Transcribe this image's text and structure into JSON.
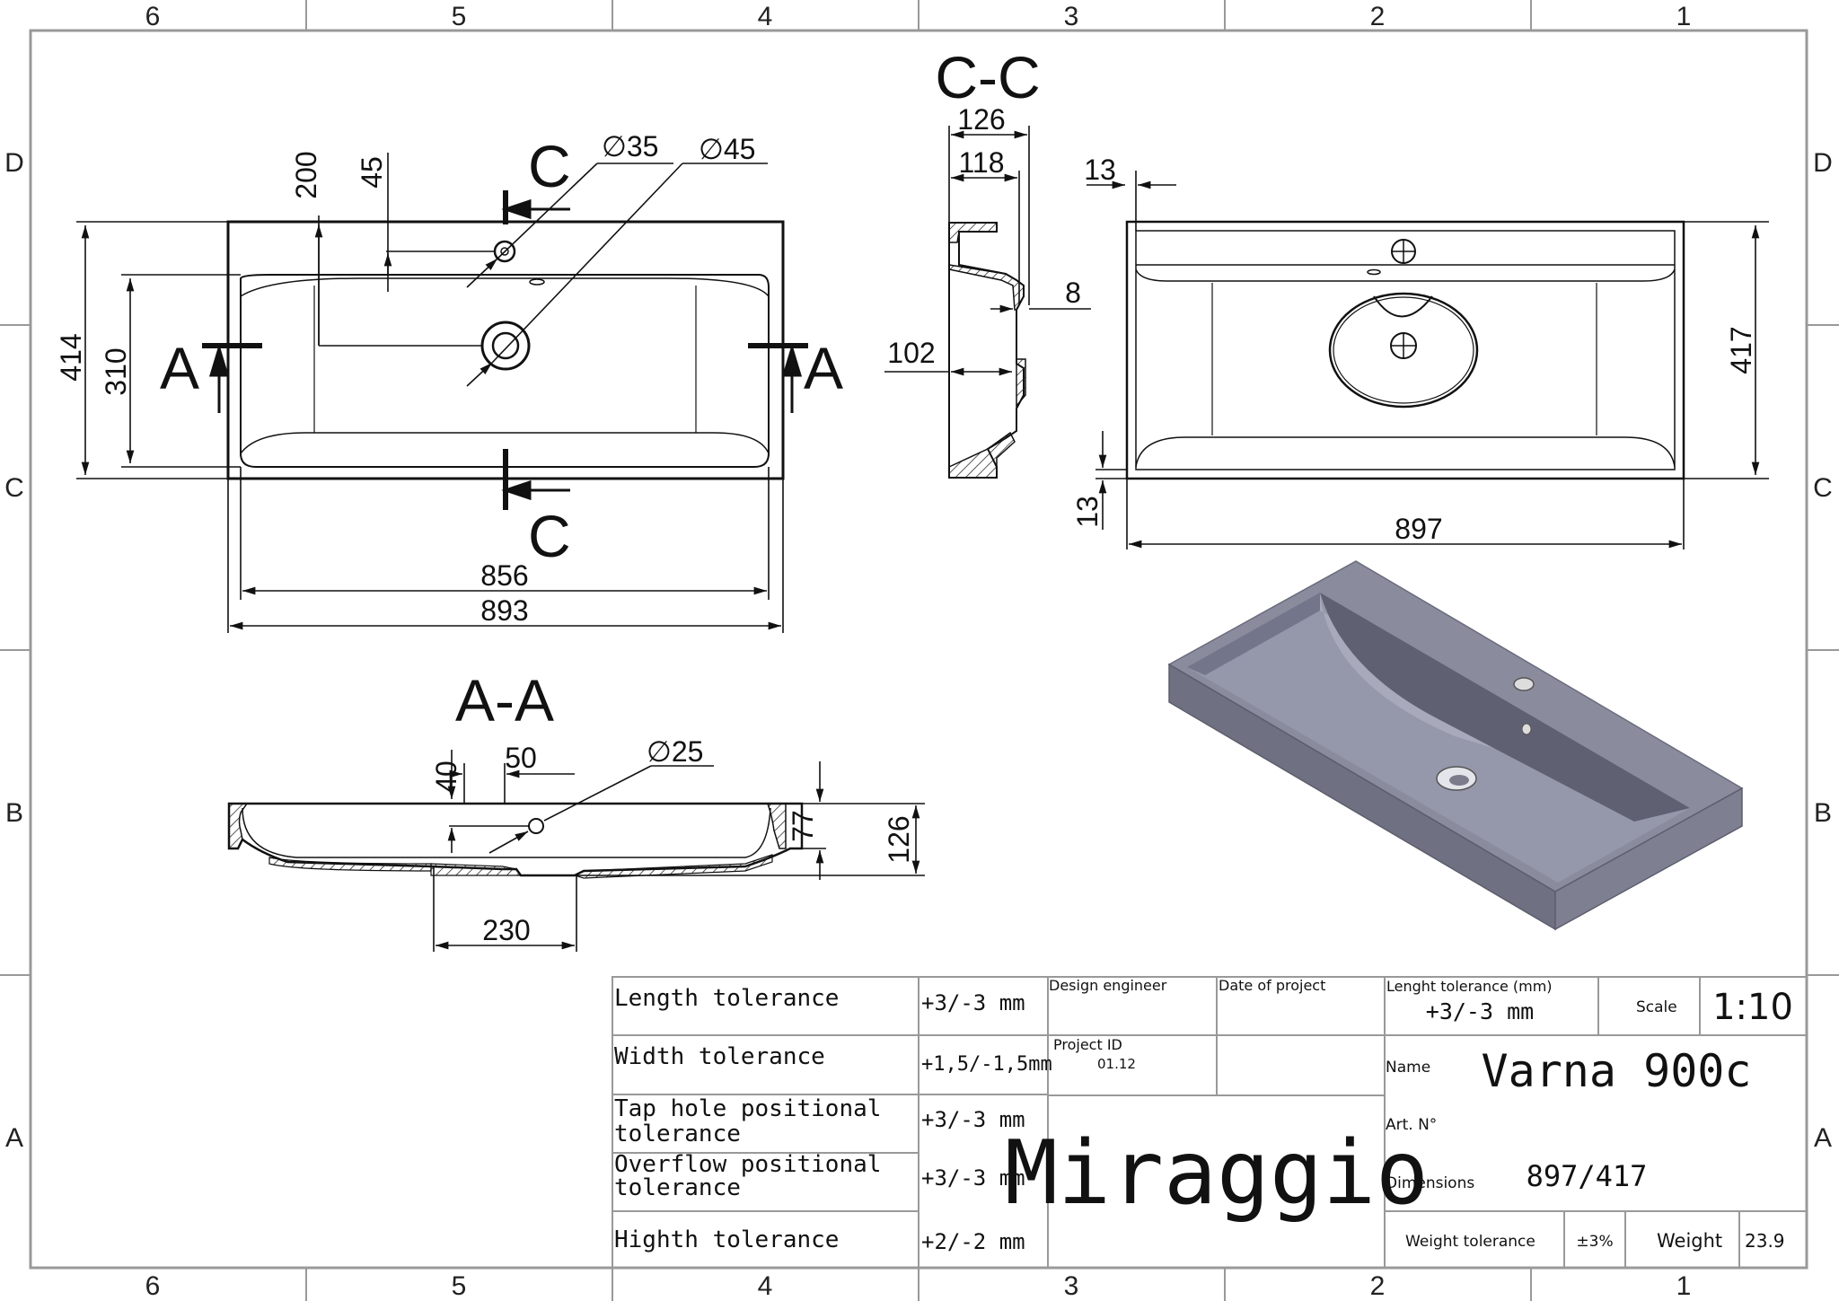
{
  "grid": {
    "columns": [
      "6",
      "5",
      "4",
      "3",
      "2",
      "1"
    ],
    "rows": [
      "D",
      "C",
      "B",
      "A"
    ]
  },
  "views": {
    "top": {
      "dims": {
        "d200": "200",
        "d45": "45",
        "d35": "∅35",
        "d45b": "∅45",
        "d414": "414",
        "d310": "310",
        "d856": "856",
        "d893": "893"
      },
      "cut_a": "A",
      "cut_c": "C"
    },
    "section_cc": {
      "title": "C-C",
      "d126": "126",
      "d118": "118",
      "d8": "8",
      "d102": "102"
    },
    "front": {
      "d13a": "13",
      "d13b": "13",
      "d417": "417",
      "d897": "897"
    },
    "section_aa": {
      "title": "A-A",
      "d40": "40",
      "d50": "50",
      "d25": "∅25",
      "d77": "77",
      "d126": "126",
      "d230": "230"
    }
  },
  "title_block": {
    "tolerances": [
      {
        "label": "Length tolerance",
        "value": "+3/-3 mm"
      },
      {
        "label": "Width tolerance",
        "value": "+1,5/-1,5mm"
      },
      {
        "label": "Tap hole positional tolerance",
        "line1": "Tap hole positional",
        "line2": "tolerance",
        "value": "+3/-3 mm"
      },
      {
        "label": "Overflow positional tolerance",
        "line1": "Overflow positional",
        "line2": "tolerance",
        "value": "+3/-3 mm"
      },
      {
        "label": "Highth tolerance",
        "value": "+2/-2 mm"
      }
    ],
    "design_engineer_label": "Design engineer",
    "date_label": "Date of project",
    "project_id_label": "Project ID",
    "project_id": "01.12",
    "brand": "Miraggio",
    "lenght_tolerance_label": "Lenght tolerance (mm)",
    "lenght_tolerance": "+3/-3 mm",
    "scale_label": "Scale",
    "scale": "1:10",
    "name_label": "Name",
    "name": "Varna 900c",
    "art_label": "Art. N°",
    "dimensions_label": "Dimensions",
    "dimensions": "897/417",
    "weight_tolerance_label": "Weight tolerance",
    "weight_tolerance": "±3%",
    "weight_label": "Weight",
    "weight": "23.9"
  }
}
